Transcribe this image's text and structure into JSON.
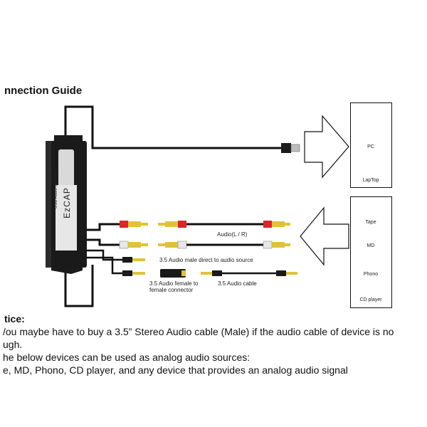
{
  "title": "nnection Guide",
  "device": {
    "brand": "EzCAP",
    "subtitle": "USB Audio Capture"
  },
  "cable_labels": {
    "audio_lr": "Audio(L / R)",
    "male_direct": "3.5 Audio male direct to audio source",
    "female_connector_1": "3.5 Audio female to",
    "female_connector_2": "female connector",
    "audio_cable": "3.5 Audio cable"
  },
  "computers": [
    {
      "label": "PC",
      "icon": "pc-tower-icon"
    },
    {
      "label": "LapTop",
      "icon": "laptop-icon"
    }
  ],
  "sources": [
    {
      "label": "Tape",
      "icon": "tape-deck-icon"
    },
    {
      "label": "MD",
      "icon": "md-player-icon"
    },
    {
      "label": "Phono",
      "icon": "turntable-icon"
    },
    {
      "label": "CD player",
      "icon": "cd-icon"
    }
  ],
  "notice": {
    "heading": "tice:",
    "lines": [
      "/ou maybe have to buy a 3.5” Stereo Audio cable (Male) if the audio cable of device is no",
      "ugh.",
      "he below devices can be used as analog audio sources:",
      "e, MD, Phono, CD player, and any device that provides an analog audio signal"
    ]
  },
  "colors": {
    "rca_red": "#d8262a",
    "rca_white": "#e8e8e8",
    "connector_gold": "#e0c23a",
    "device_body": "#1a1a1a"
  }
}
